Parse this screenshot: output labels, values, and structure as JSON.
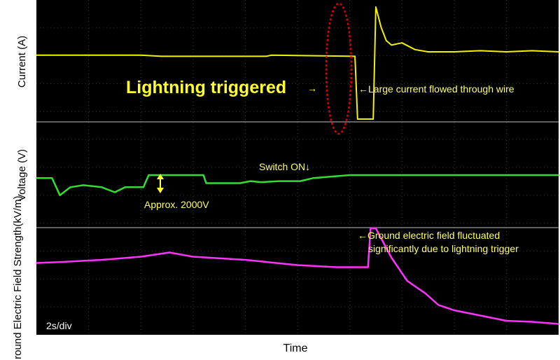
{
  "chart_data": {
    "type": "line",
    "xlabel": "Time",
    "time_scale_label": "2s/div",
    "x_range": [
      0,
      20
    ],
    "panels": [
      {
        "key": "current",
        "ylabel": "Current (A)",
        "y_range": [
          0,
          1
        ],
        "series": [
          {
            "color": "#f2f200",
            "x": [
              0,
              4,
              4.8,
              8.8,
              9,
              12.2,
              12.3,
              12.9,
              13.0,
              13.2,
              13.4,
              13.6,
              14.0,
              14.5,
              15,
              16,
              17,
              18,
              19,
              20
            ],
            "y": [
              0.57,
              0.57,
              0.56,
              0.56,
              0.57,
              0.56,
              0.0,
              0.0,
              1.0,
              0.82,
              0.7,
              0.66,
              0.68,
              0.62,
              0.6,
              0.6,
              0.61,
              0.6,
              0.61,
              0.6
            ]
          }
        ]
      },
      {
        "key": "voltage",
        "ylabel": "Voltage (V)",
        "y_range": [
          0,
          1
        ],
        "series": [
          {
            "color": "#33dd33",
            "x": [
              0,
              0.6,
              0.9,
              1.3,
              1.8,
              2.5,
              3.0,
              3.4,
              4.1,
              4.3,
              6.4,
              6.5,
              7.8,
              8.2,
              8.6,
              9.3,
              10.1,
              10.6,
              12.0,
              20
            ],
            "y": [
              0.47,
              0.47,
              0.3,
              0.38,
              0.4,
              0.38,
              0.33,
              0.38,
              0.38,
              0.5,
              0.5,
              0.42,
              0.42,
              0.44,
              0.43,
              0.44,
              0.44,
              0.47,
              0.5,
              0.5
            ]
          }
        ]
      },
      {
        "key": "field",
        "ylabel": "Ground Electric Field Strength(kV/m)",
        "y_range": [
          0,
          1
        ],
        "series": [
          {
            "color": "#ff33ff",
            "x": [
              0,
              1,
              2.5,
              4,
              5.1,
              6,
              8,
              10,
              11.5,
              12.7,
              12.8,
              13.0,
              13.6,
              14.2,
              14.9,
              15.4,
              16,
              17,
              18,
              19,
              20
            ],
            "y": [
              0.67,
              0.68,
              0.7,
              0.73,
              0.77,
              0.73,
              0.7,
              0.65,
              0.63,
              0.63,
              1.0,
              1.0,
              0.72,
              0.5,
              0.38,
              0.27,
              0.22,
              0.17,
              0.12,
              0.11,
              0.09
            ]
          }
        ]
      }
    ],
    "annotations": {
      "lightning": "Lightning triggered",
      "lightning_arrow": "→",
      "current_note": "←Large current flowed through wire",
      "switch_note": "Switch ON↓",
      "approx_note": "Approx. 2000V",
      "field_note_line1": "←Ground electric field fluctuated",
      "field_note_line2": "significantly due to lightning trigger"
    }
  }
}
